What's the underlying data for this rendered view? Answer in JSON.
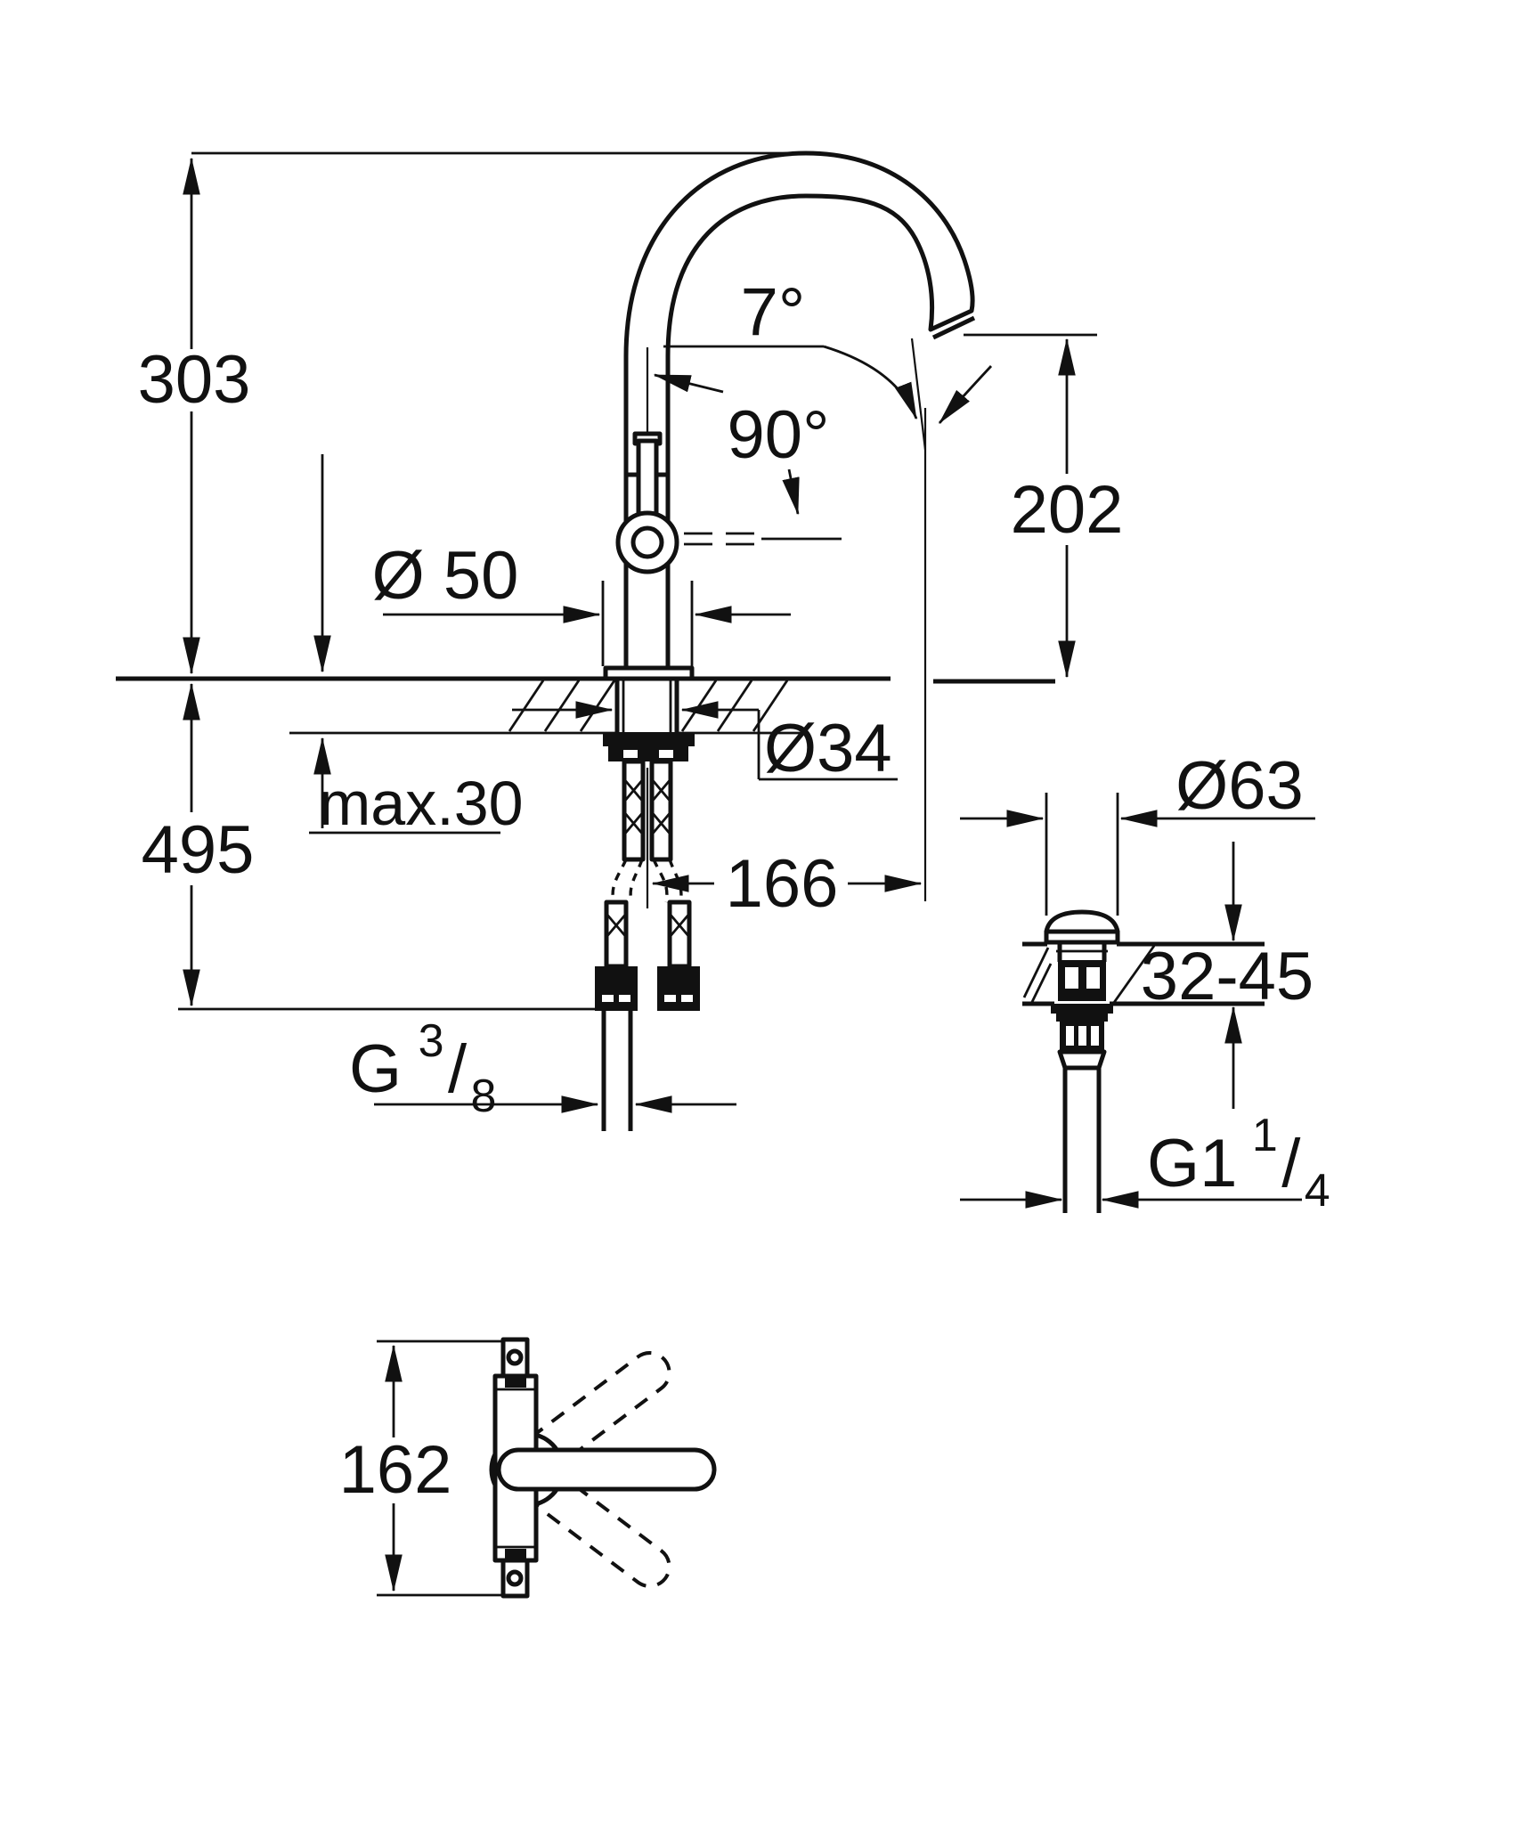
{
  "colors": {
    "background": "#ffffff",
    "line": "#111111"
  },
  "views": {
    "front": {
      "dims": {
        "height_above_deck": "303",
        "below_deck_depth": "495",
        "spout_height": "202",
        "spout_reach": "166",
        "base_diameter": "Ø 50",
        "mounting_hole_diameter": "Ø34",
        "max_deck_thickness": "max.30",
        "spout_tip_angle": "7°",
        "lever_swing_angle": "90°",
        "supply_thread": {
          "prefix": "G",
          "numerator": "3",
          "slash": "/",
          "denominator": "8"
        }
      }
    },
    "drain": {
      "dims": {
        "flange_diameter": "Ø63",
        "deck_thickness_range": "32-45",
        "waste_thread": {
          "prefix": "G1",
          "numerator": "1",
          "slash": "/",
          "denominator": "4"
        }
      }
    },
    "top": {
      "dims": {
        "body_span": "162"
      }
    }
  }
}
